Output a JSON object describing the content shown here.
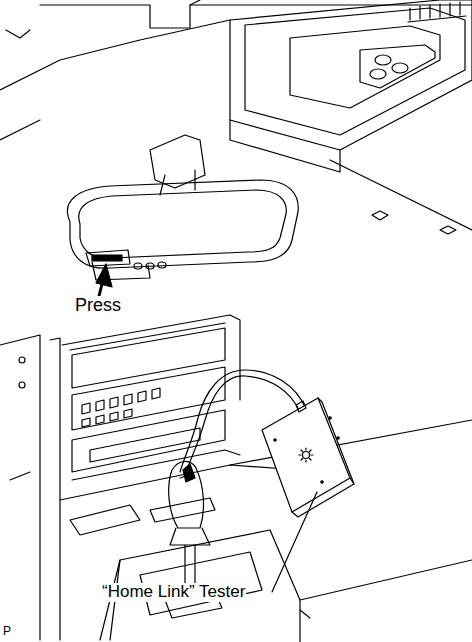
{
  "diagram": {
    "labels": [
      "Press",
      "“Home Link” Tester",
      "P"
    ]
  }
}
